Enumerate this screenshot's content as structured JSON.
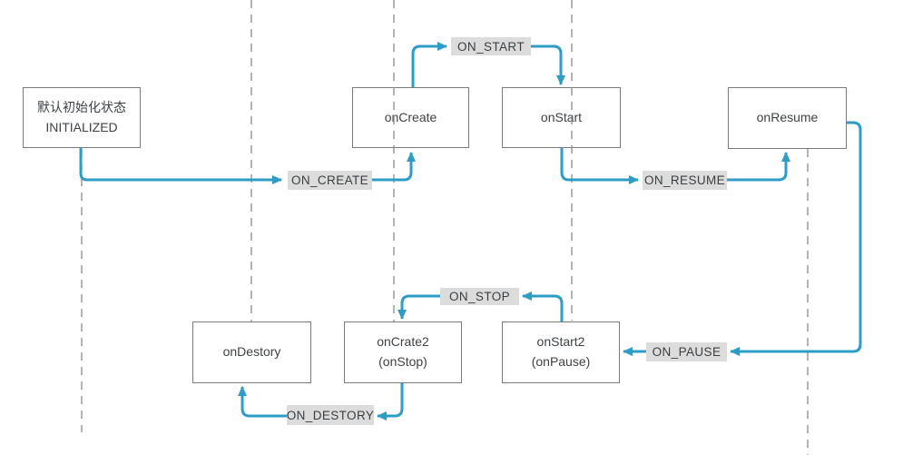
{
  "diagram": {
    "nodes": {
      "initialized": {
        "line1": "默认初始化状态",
        "line2": "INITIALIZED"
      },
      "oncreate": {
        "line1": "onCreate"
      },
      "onstart": {
        "line1": "onStart"
      },
      "onresume": {
        "line1": "onResume"
      },
      "ondestory": {
        "line1": "onDestory"
      },
      "oncrate2": {
        "line1": "onCrate2",
        "line2": "(onStop)"
      },
      "onstart2": {
        "line1": "onStart2",
        "line2": "(onPause)"
      }
    },
    "events": {
      "on_create": "ON_CREATE",
      "on_start": "ON_START",
      "on_resume": "ON_RESUME",
      "on_pause": "ON_PAUSE",
      "on_stop": "ON_STOP",
      "on_destory": "ON_DESTORY"
    },
    "colors": {
      "arrow": "#2e9cc4",
      "box_border": "#7b7b7b",
      "box_fill": "#ffffff",
      "label_bg": "#dcdcdc",
      "label_text": "#3a3e41",
      "node_text": "#3e4246",
      "lifeline": "#8a8a8a",
      "background": "#ffffff"
    }
  }
}
